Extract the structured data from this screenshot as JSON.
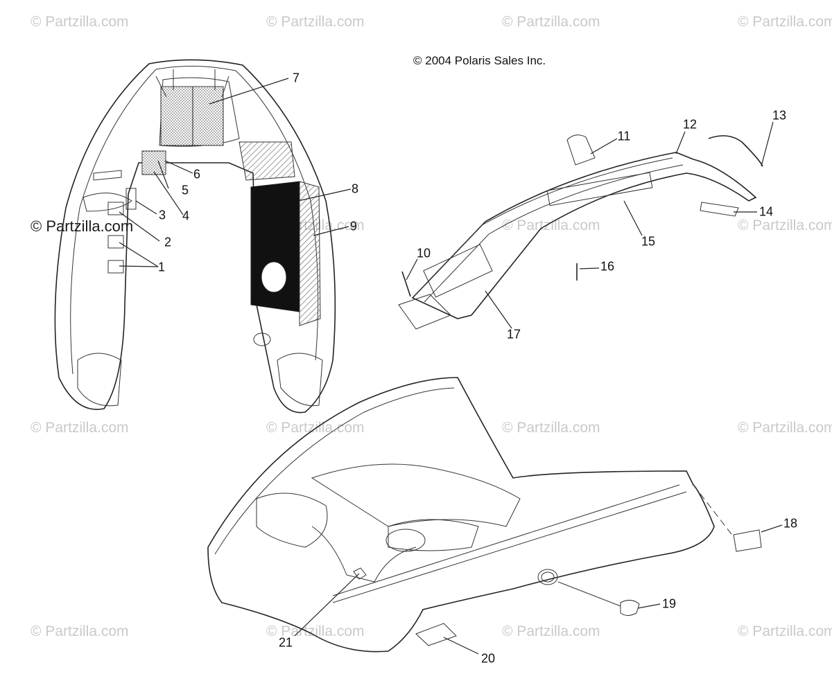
{
  "copyright": "© 2004 Polaris Sales Inc.",
  "watermark": "© Partzilla.com",
  "watermark_dark": "© Partzilla.com",
  "callouts": [
    "1",
    "2",
    "3",
    "4",
    "5",
    "6",
    "7",
    "8",
    "9",
    "10",
    "11",
    "12",
    "13",
    "14",
    "15",
    "16",
    "17",
    "18",
    "19",
    "20",
    "21"
  ],
  "colors": {
    "line": "#222222",
    "watermark": "#c9c9c9",
    "hatch": "#555555"
  }
}
